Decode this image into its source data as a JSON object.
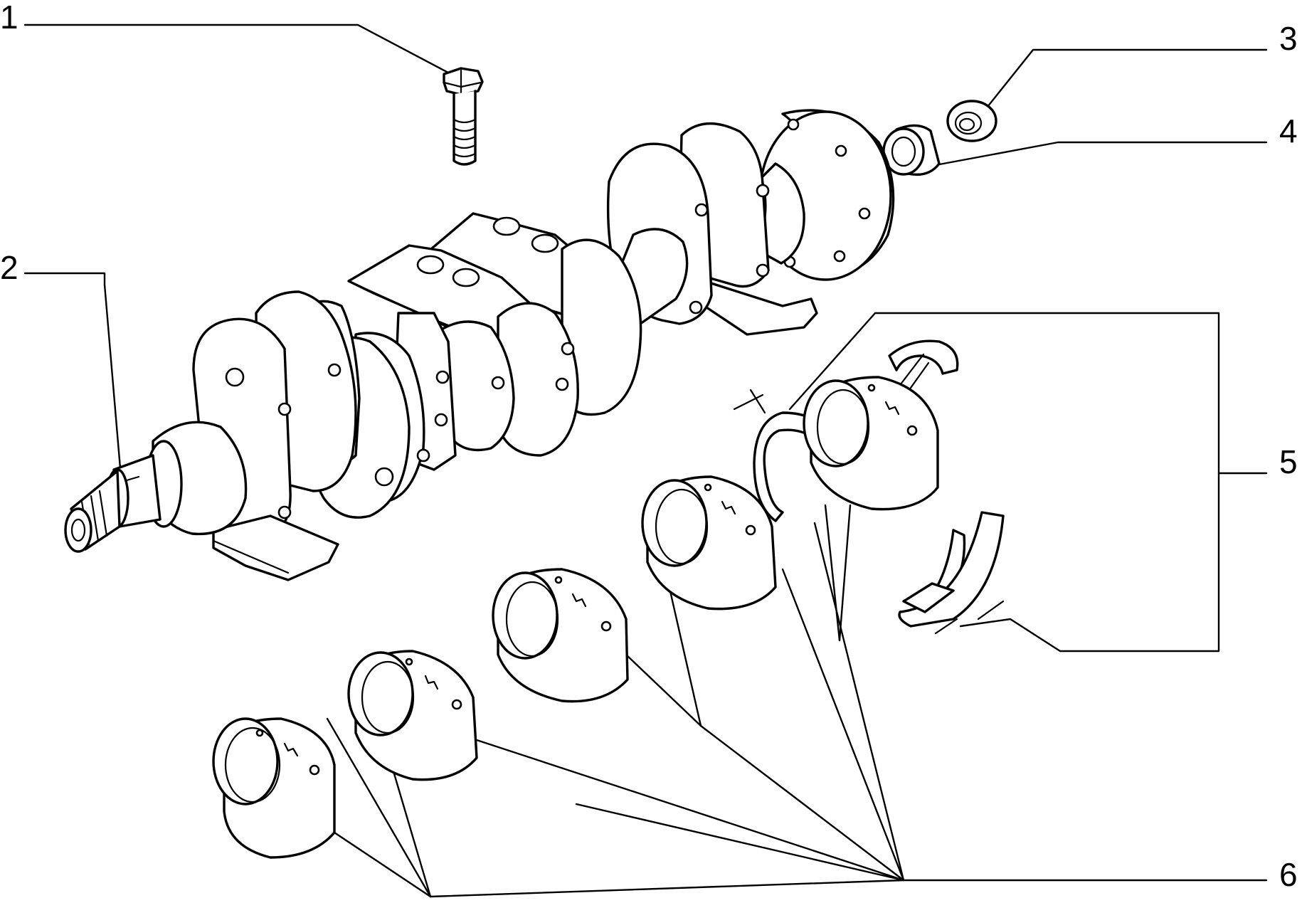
{
  "callouts": {
    "c1": "1",
    "c2": "2",
    "c3": "3",
    "c4": "4",
    "c5": "5",
    "c6": "6"
  },
  "parts": [
    {
      "callout": "1",
      "icon": "bolt-icon"
    },
    {
      "callout": "2",
      "icon": "crankshaft-icon"
    },
    {
      "callout": "3",
      "icon": "bushing-icon"
    },
    {
      "callout": "4",
      "icon": "sleeve-icon"
    },
    {
      "callout": "5",
      "icon": "thrust-washer-icon"
    },
    {
      "callout": "6",
      "icon": "main-bearing-shell-icon"
    }
  ],
  "colors": {
    "line": "#000000",
    "background": "#ffffff"
  }
}
